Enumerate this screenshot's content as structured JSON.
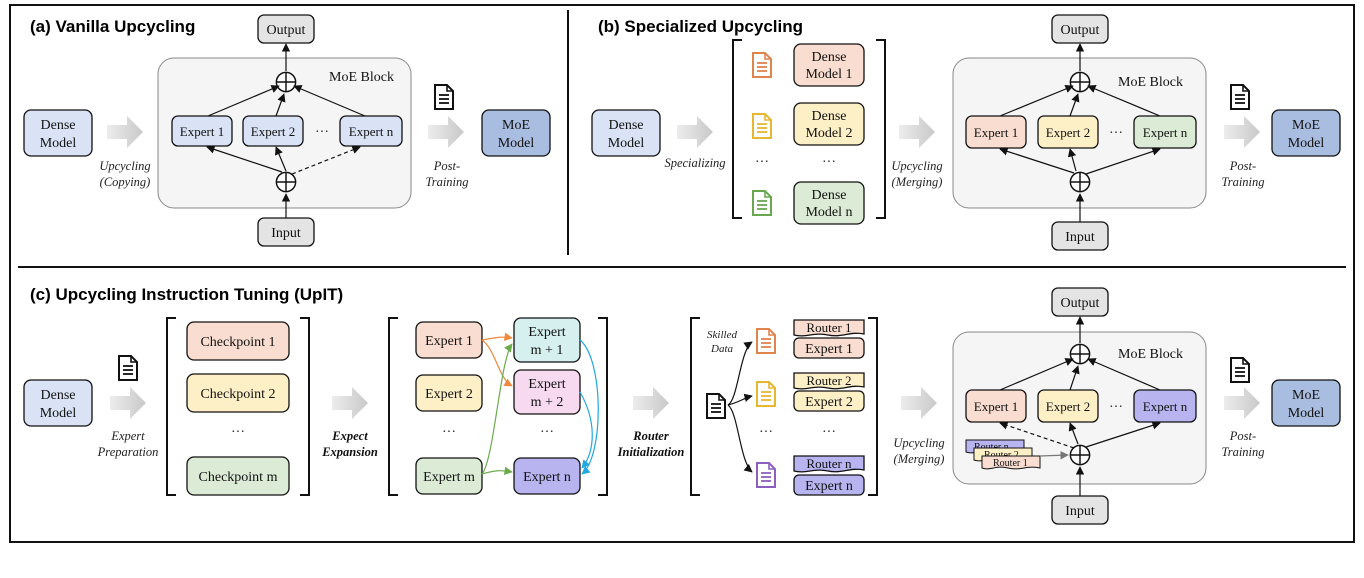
{
  "sections": {
    "a_title": "(a) Vanilla Upcycling",
    "b_title": "(b) Specialized Upcycling",
    "c_title": "(c) Upcycling Instruction Tuning (UpIT)"
  },
  "common": {
    "dense_model": [
      "Dense",
      "Model"
    ],
    "moe_model": [
      "MoE",
      "Model"
    ],
    "output": "Output",
    "input": "Input",
    "moe_block": "MoE Block",
    "expert_1": "Expert 1",
    "expert_2": "Expert 2",
    "expert_n": "Expert n",
    "dots": "···",
    "post_training": [
      "Post-",
      "Training"
    ]
  },
  "a": {
    "upcycling": [
      "Upcycling",
      "(Copying)"
    ]
  },
  "b": {
    "specializing": "Specializing",
    "upcycling": [
      "Upcycling",
      "(Merging)"
    ],
    "dense_models": [
      [
        "Dense",
        "Model 1"
      ],
      [
        "Dense",
        "Model 2"
      ],
      [
        "Dense",
        "Model n"
      ]
    ]
  },
  "c": {
    "expert_preparation": [
      "Expert",
      "Preparation"
    ],
    "checkpoints": [
      "Checkpoint 1",
      "Checkpoint 2",
      "Checkpoint m"
    ],
    "expect_expansion": [
      "Expect",
      "Expansion"
    ],
    "left_experts": [
      "Expert 1",
      "Expert 2",
      "Expert m"
    ],
    "right_experts": [
      [
        "Expert",
        "m + 1"
      ],
      [
        "Expert",
        "m + 2"
      ],
      [
        "Expert n"
      ]
    ],
    "router_initialization": [
      "Router",
      "Initialization"
    ],
    "skilled_data": [
      "Skilled",
      "Data"
    ],
    "router_pairs": [
      [
        "Router 1",
        "Expert 1"
      ],
      [
        "Router 2",
        "Expert 2"
      ],
      [
        "Router n",
        "Expert n"
      ]
    ],
    "upcycling": [
      "Upcycling",
      "(Merging)"
    ],
    "stacked_routers": [
      "Router n",
      "Router 2",
      "Router 1"
    ]
  },
  "colors": {
    "blue": "#d9e3f5",
    "moe_blue": "#a9bde0",
    "red": "#f8ddd0",
    "yellow": "#fdf0c6",
    "green": "#dcebd5",
    "teal": "#d6efef",
    "pink": "#f7daf0",
    "purple": "#b7b4f0",
    "gray": "#e4e4e4",
    "doc_red": "#e0844e",
    "doc_yellow": "#e8b731",
    "doc_green": "#6aa84f",
    "doc_purple": "#8e5fbf",
    "arrow_orange": "#f0883e",
    "arrow_green": "#6aab4b",
    "arrow_blue": "#22a8e0"
  }
}
